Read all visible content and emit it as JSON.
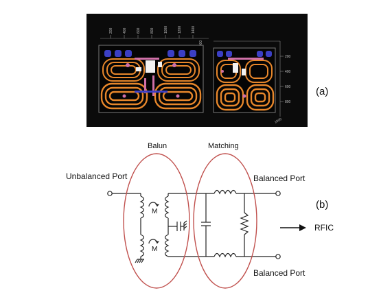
{
  "panel_a": {
    "label": "(a)",
    "top_ruler_ticks": [
      "200",
      "400",
      "600",
      "800",
      "1000",
      "1200",
      "1400"
    ],
    "right_ruler_ticks": [
      "200",
      "400",
      "600",
      "800"
    ],
    "corner_tick": "1000",
    "corner_tick_top": "1400",
    "colors": {
      "background": "#0b0b0b",
      "coil": "#e8872b",
      "pad": "#3b3fc4",
      "via": "#d070a8",
      "frame": "#7a7a7a"
    }
  },
  "panel_b": {
    "label": "(b)",
    "balun_label": "Balun",
    "matching_label": "Matching",
    "unbalanced_port_label": "Unbalanced Port",
    "balanced_port_top_label": "Balanced Port",
    "balanced_port_bottom_label": "Balanced Port",
    "mutual_top_label": "M",
    "mutual_bottom_label": "M",
    "rfic_label": "RFIC",
    "colors": {
      "ellipse": "#c0504d",
      "wire": "#222222"
    }
  }
}
